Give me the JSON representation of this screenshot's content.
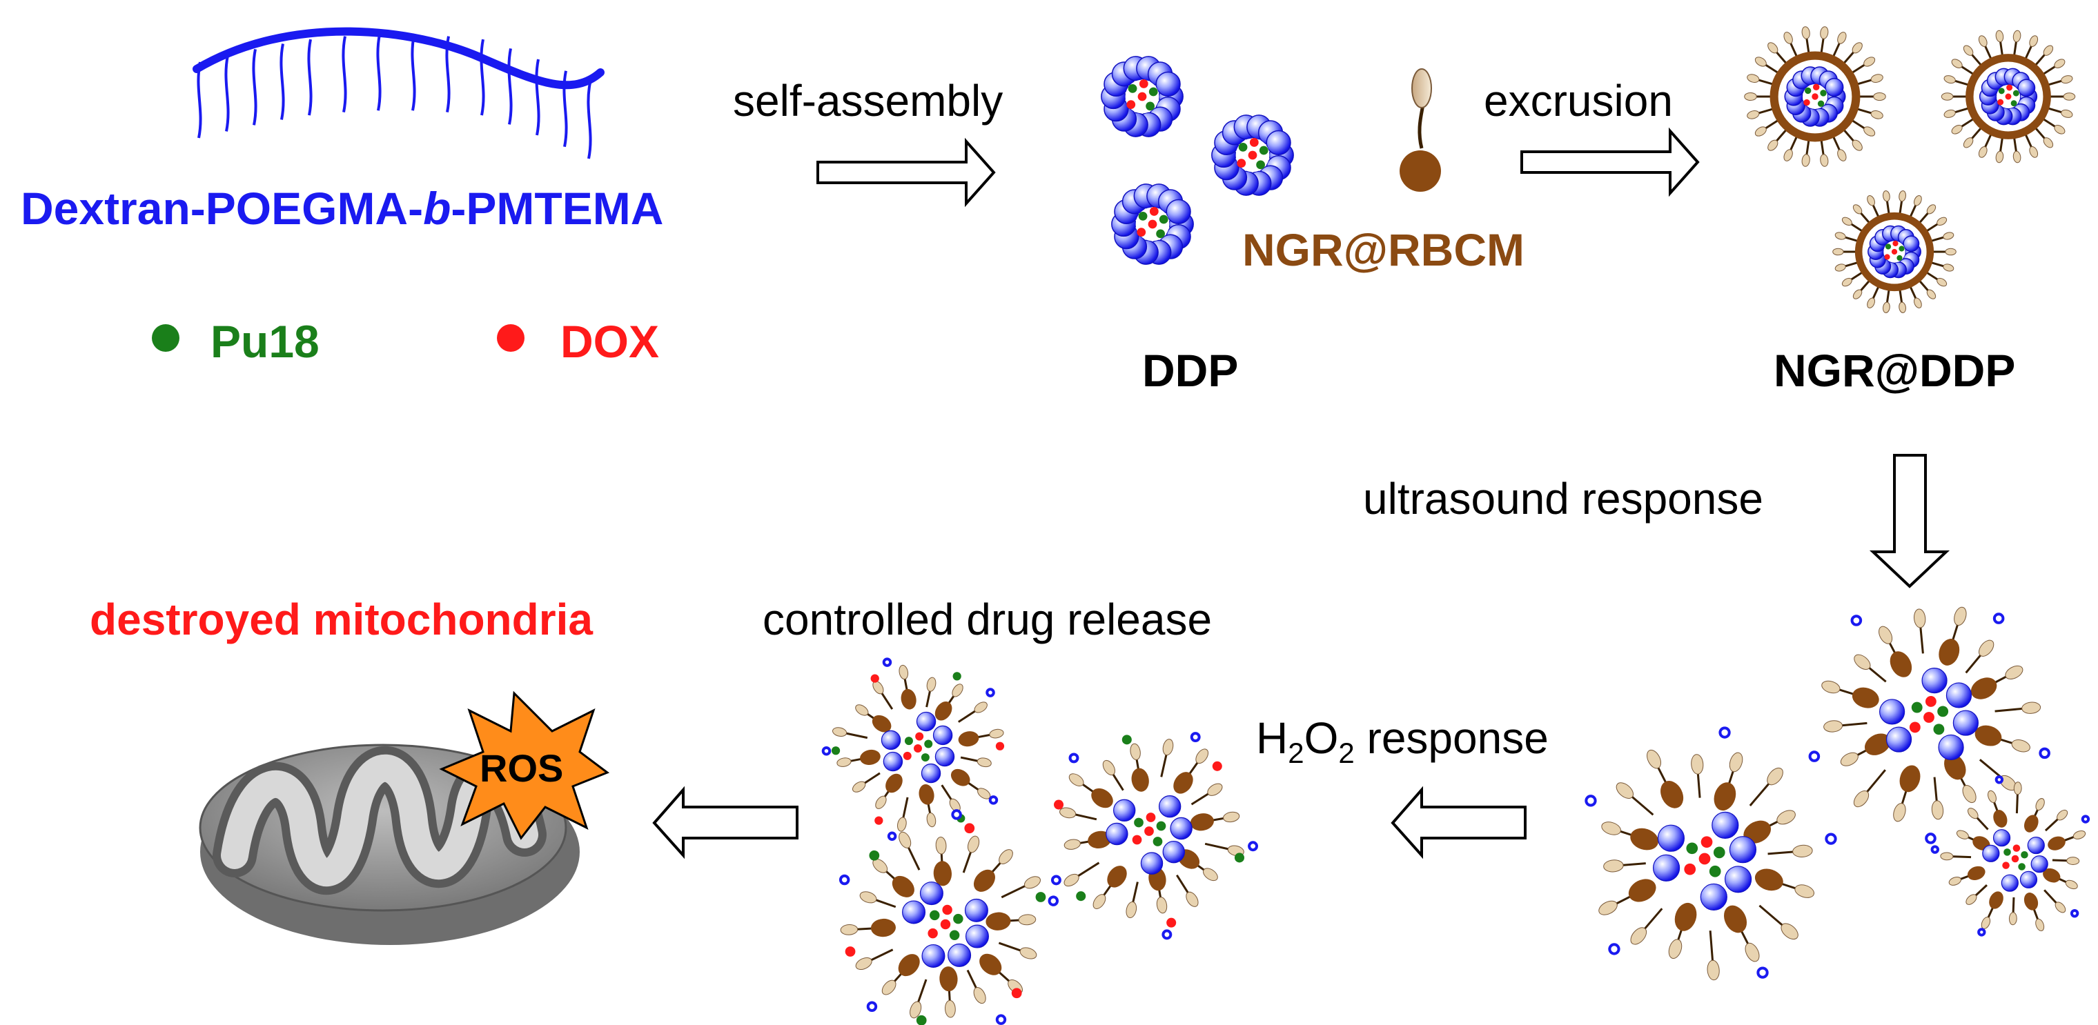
{
  "polymer": {
    "name_part1": "Dextran-POEGMA-",
    "name_italic": "b",
    "name_part2": "-PMTEMA"
  },
  "legend": {
    "pu18_label": "Pu18",
    "dox_label": "DOX"
  },
  "steps": {
    "self_assembly": "self-assembly",
    "excrusion": "excrusion",
    "ultrasound": "ultrasound response",
    "h2o2_H": "H",
    "h2o2_sub2a": "2",
    "h2o2_O": "O",
    "h2o2_sub2b": "2",
    "h2o2_rest": " response",
    "release": "controlled drug release"
  },
  "products": {
    "ddp": "DDP",
    "rbcm": "NGR@RBCM",
    "ngr_ddp": "NGR@DDP",
    "destroyed": "destroyed mitochondria",
    "ros": "ROS"
  },
  "colors": {
    "blue": "#1a1af0",
    "brown": "#8b4a12",
    "green": "#1a7f1a",
    "red": "#ff1a1a",
    "tan": "#e8d3b0",
    "black": "#000000",
    "orange": "#ff8c1a",
    "gray": "#8a8a8a"
  }
}
